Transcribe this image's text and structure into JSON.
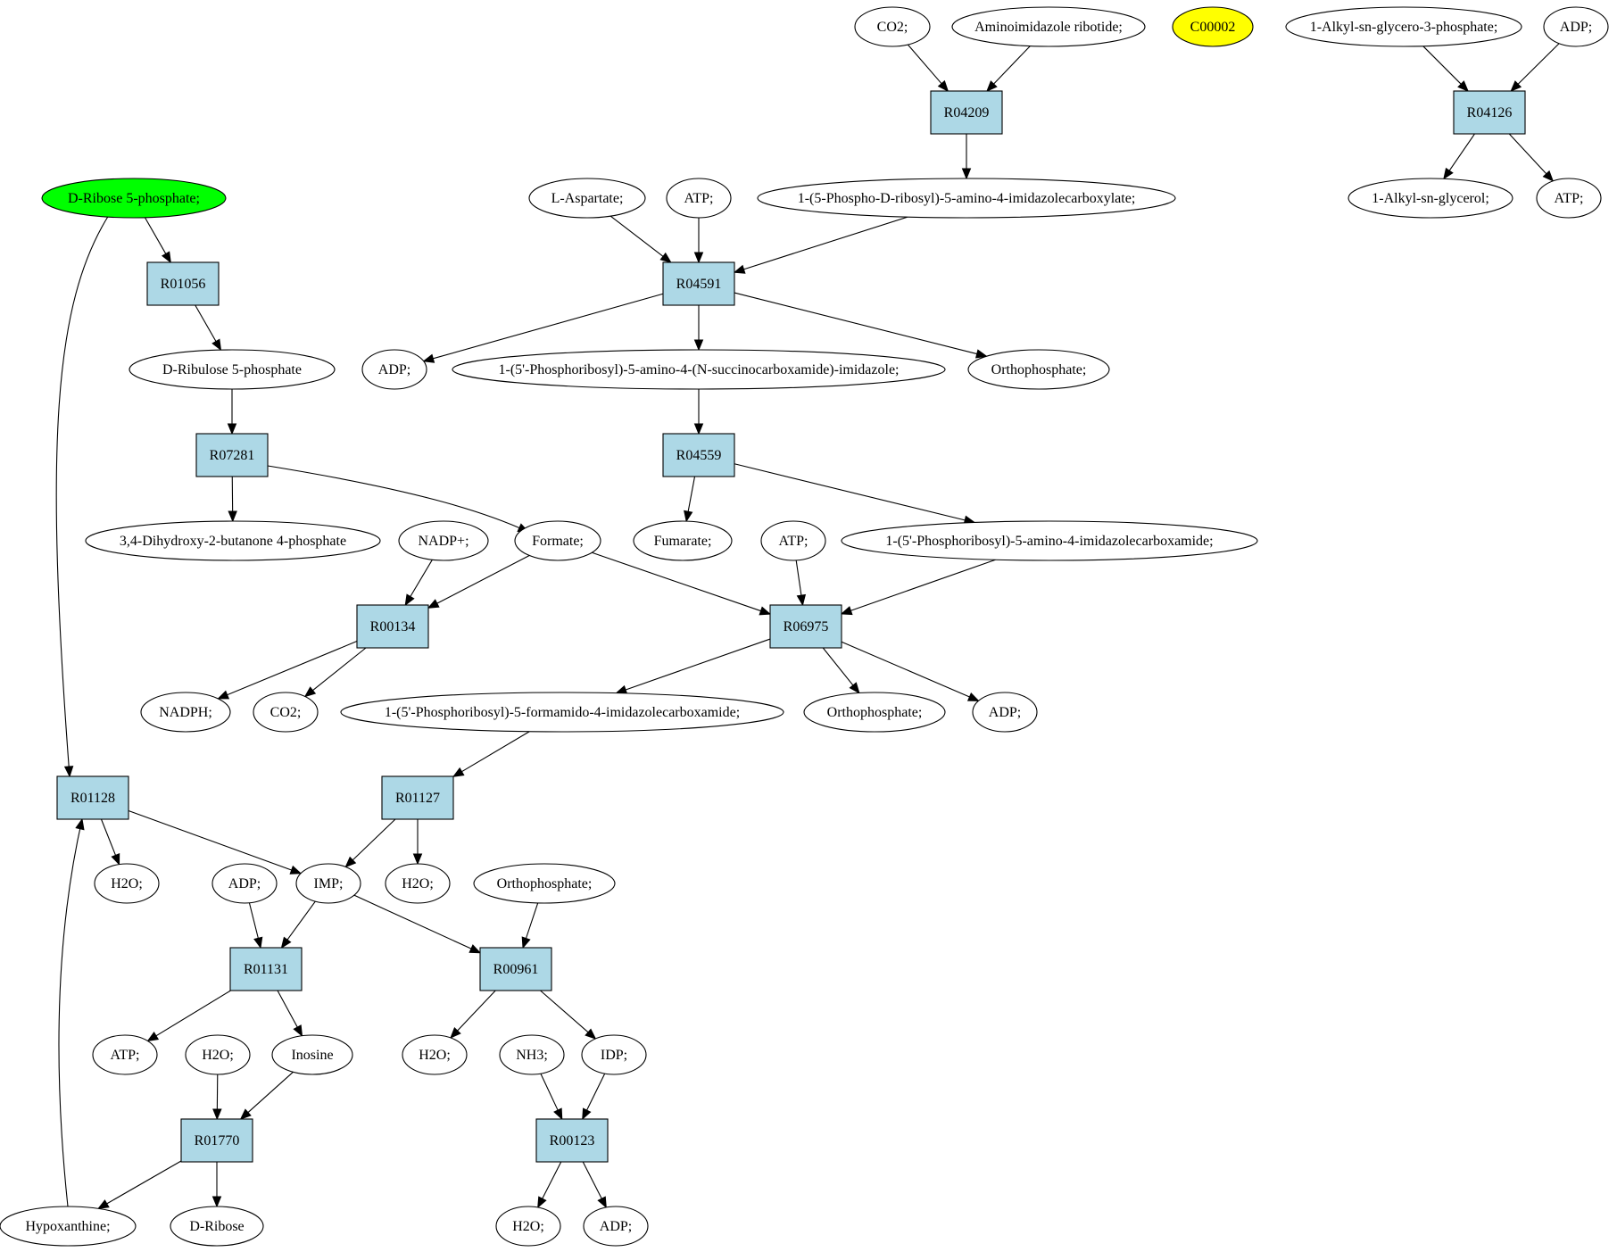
{
  "colors": {
    "reaction_fill": "#add8e6",
    "compound_fill": "#ffffff",
    "source_fill": "#00ff00",
    "highlight_fill": "#ffff00",
    "stroke": "#000000"
  },
  "nodes": [
    {
      "id": "co2_top",
      "label": "CO2;",
      "kind": "compound"
    },
    {
      "id": "air",
      "label": "Aminoimidazole ribotide;",
      "kind": "compound"
    },
    {
      "id": "c00002",
      "label": "C00002",
      "kind": "highlight"
    },
    {
      "id": "alkylg3p",
      "label": "1-Alkyl-sn-glycero-3-phosphate;",
      "kind": "compound"
    },
    {
      "id": "adp_tr",
      "label": "ADP;",
      "kind": "compound"
    },
    {
      "id": "r04209",
      "label": "R04209",
      "kind": "reaction"
    },
    {
      "id": "r04126",
      "label": "R04126",
      "kind": "reaction"
    },
    {
      "id": "dr5p",
      "label": "D-Ribose 5-phosphate;",
      "kind": "source"
    },
    {
      "id": "laspartate",
      "label": "L-Aspartate;",
      "kind": "compound"
    },
    {
      "id": "atp_a",
      "label": "ATP;",
      "kind": "compound"
    },
    {
      "id": "carboxylate",
      "label": "1-(5-Phospho-D-ribosyl)-5-amino-4-imidazolecarboxylate;",
      "kind": "compound"
    },
    {
      "id": "alkylglycerol",
      "label": "1-Alkyl-sn-glycerol;",
      "kind": "compound"
    },
    {
      "id": "atp_tr",
      "label": "ATP;",
      "kind": "compound"
    },
    {
      "id": "r01056",
      "label": "R01056",
      "kind": "reaction"
    },
    {
      "id": "r04591",
      "label": "R04591",
      "kind": "reaction"
    },
    {
      "id": "dru5p",
      "label": "D-Ribulose 5-phosphate",
      "kind": "compound"
    },
    {
      "id": "adp_a",
      "label": "ADP;",
      "kind": "compound"
    },
    {
      "id": "saicar",
      "label": "1-(5'-Phosphoribosyl)-5-amino-4-(N-succinocarboxamide)-imidazole;",
      "kind": "compound"
    },
    {
      "id": "pi_a",
      "label": "Orthophosphate;",
      "kind": "compound"
    },
    {
      "id": "r07281",
      "label": "R07281",
      "kind": "reaction"
    },
    {
      "id": "r04559",
      "label": "R04559",
      "kind": "reaction"
    },
    {
      "id": "dhbp",
      "label": "3,4-Dihydroxy-2-butanone 4-phosphate",
      "kind": "compound"
    },
    {
      "id": "nadp",
      "label": "NADP+;",
      "kind": "compound"
    },
    {
      "id": "formate",
      "label": "Formate;",
      "kind": "compound"
    },
    {
      "id": "fumarate",
      "label": "Fumarate;",
      "kind": "compound"
    },
    {
      "id": "atp_b",
      "label": "ATP;",
      "kind": "compound"
    },
    {
      "id": "aicar",
      "label": "1-(5'-Phosphoribosyl)-5-amino-4-imidazolecarboxamide;",
      "kind": "compound"
    },
    {
      "id": "r00134",
      "label": "R00134",
      "kind": "reaction"
    },
    {
      "id": "r06975",
      "label": "R06975",
      "kind": "reaction"
    },
    {
      "id": "nadph",
      "label": "NADPH;",
      "kind": "compound"
    },
    {
      "id": "co2_b",
      "label": "CO2;",
      "kind": "compound"
    },
    {
      "id": "faicar",
      "label": "1-(5'-Phosphoribosyl)-5-formamido-4-imidazolecarboxamide;",
      "kind": "compound"
    },
    {
      "id": "pi_b",
      "label": "Orthophosphate;",
      "kind": "compound"
    },
    {
      "id": "adp_b",
      "label": "ADP;",
      "kind": "compound"
    },
    {
      "id": "r01128",
      "label": "R01128",
      "kind": "reaction"
    },
    {
      "id": "r01127",
      "label": "R01127",
      "kind": "reaction"
    },
    {
      "id": "h2o_a",
      "label": "H2O;",
      "kind": "compound"
    },
    {
      "id": "adp_c",
      "label": "ADP;",
      "kind": "compound"
    },
    {
      "id": "imp",
      "label": "IMP;",
      "kind": "compound"
    },
    {
      "id": "h2o_b",
      "label": "H2O;",
      "kind": "compound"
    },
    {
      "id": "pi_c",
      "label": "Orthophosphate;",
      "kind": "compound"
    },
    {
      "id": "r01131",
      "label": "R01131",
      "kind": "reaction"
    },
    {
      "id": "r00961",
      "label": "R00961",
      "kind": "reaction"
    },
    {
      "id": "atp_c",
      "label": "ATP;",
      "kind": "compound"
    },
    {
      "id": "h2o_c",
      "label": "H2O;",
      "kind": "compound"
    },
    {
      "id": "inosine",
      "label": "Inosine",
      "kind": "compound"
    },
    {
      "id": "h2o_d",
      "label": "H2O;",
      "kind": "compound"
    },
    {
      "id": "nh3",
      "label": "NH3;",
      "kind": "compound"
    },
    {
      "id": "idp",
      "label": "IDP;",
      "kind": "compound"
    },
    {
      "id": "r01770",
      "label": "R01770",
      "kind": "reaction"
    },
    {
      "id": "r00123",
      "label": "R00123",
      "kind": "reaction"
    },
    {
      "id": "hypoxanthine",
      "label": "Hypoxanthine;",
      "kind": "compound"
    },
    {
      "id": "dribose",
      "label": "D-Ribose",
      "kind": "compound"
    },
    {
      "id": "h2o_e",
      "label": "H2O;",
      "kind": "compound"
    },
    {
      "id": "adp_d",
      "label": "ADP;",
      "kind": "compound"
    }
  ],
  "edges": [
    {
      "from": "co2_top",
      "to": "r04209"
    },
    {
      "from": "air",
      "to": "r04209"
    },
    {
      "from": "r04209",
      "to": "carboxylate"
    },
    {
      "from": "alkylg3p",
      "to": "r04126"
    },
    {
      "from": "adp_tr",
      "to": "r04126"
    },
    {
      "from": "r04126",
      "to": "alkylglycerol"
    },
    {
      "from": "r04126",
      "to": "atp_tr"
    },
    {
      "from": "laspartate",
      "to": "r04591"
    },
    {
      "from": "atp_a",
      "to": "r04591"
    },
    {
      "from": "carboxylate",
      "to": "r04591"
    },
    {
      "from": "r04591",
      "to": "adp_a"
    },
    {
      "from": "r04591",
      "to": "saicar"
    },
    {
      "from": "r04591",
      "to": "pi_a"
    },
    {
      "from": "saicar",
      "to": "r04559"
    },
    {
      "from": "r04559",
      "to": "fumarate"
    },
    {
      "from": "r04559",
      "to": "aicar"
    },
    {
      "from": "dr5p",
      "to": "r01056"
    },
    {
      "from": "dr5p",
      "to": "r01128"
    },
    {
      "from": "r01056",
      "to": "dru5p"
    },
    {
      "from": "dru5p",
      "to": "r07281"
    },
    {
      "from": "r07281",
      "to": "dhbp"
    },
    {
      "from": "r07281",
      "to": "formate"
    },
    {
      "from": "nadp",
      "to": "r00134"
    },
    {
      "from": "formate",
      "to": "r00134"
    },
    {
      "from": "formate",
      "to": "r06975"
    },
    {
      "from": "atp_b",
      "to": "r06975"
    },
    {
      "from": "aicar",
      "to": "r06975"
    },
    {
      "from": "r00134",
      "to": "nadph"
    },
    {
      "from": "r00134",
      "to": "co2_b"
    },
    {
      "from": "r06975",
      "to": "faicar"
    },
    {
      "from": "r06975",
      "to": "pi_b"
    },
    {
      "from": "r06975",
      "to": "adp_b"
    },
    {
      "from": "faicar",
      "to": "r01127"
    },
    {
      "from": "r01127",
      "to": "imp"
    },
    {
      "from": "r01127",
      "to": "h2o_b"
    },
    {
      "from": "r01128",
      "to": "h2o_a"
    },
    {
      "from": "r01128",
      "to": "imp"
    },
    {
      "from": "adp_c",
      "to": "r01131"
    },
    {
      "from": "imp",
      "to": "r01131"
    },
    {
      "from": "imp",
      "to": "r00961"
    },
    {
      "from": "pi_c",
      "to": "r00961"
    },
    {
      "from": "r01131",
      "to": "atp_c"
    },
    {
      "from": "r01131",
      "to": "inosine"
    },
    {
      "from": "r00961",
      "to": "h2o_d"
    },
    {
      "from": "r00961",
      "to": "idp"
    },
    {
      "from": "h2o_c",
      "to": "r01770"
    },
    {
      "from": "inosine",
      "to": "r01770"
    },
    {
      "from": "nh3",
      "to": "r00123"
    },
    {
      "from": "idp",
      "to": "r00123"
    },
    {
      "from": "r01770",
      "to": "hypoxanthine"
    },
    {
      "from": "r01770",
      "to": "dribose"
    },
    {
      "from": "hypoxanthine",
      "to": "r01128"
    },
    {
      "from": "r00123",
      "to": "h2o_e"
    },
    {
      "from": "r00123",
      "to": "adp_d"
    }
  ]
}
